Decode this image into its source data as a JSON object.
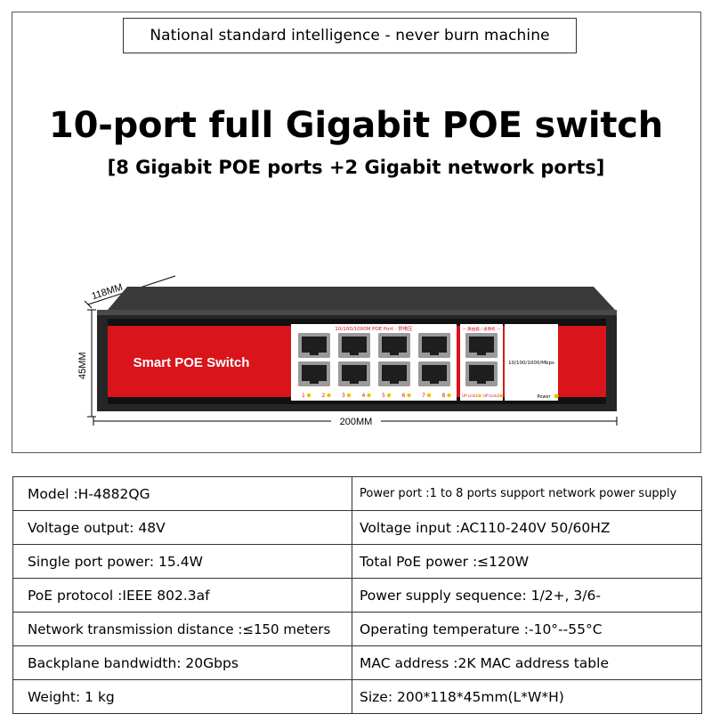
{
  "banner": "National standard intelligence - never burn machine",
  "title": "10-port full Gigabit POE switch",
  "subtitle": "[8 Gigabit POE ports +2 Gigabit network ports]",
  "device": {
    "brand_label": "Smart POE Switch",
    "poe_section_label": "10/100/1000M POE Port · 供电区",
    "uplink_section_label": "— 路由器 / 录像机 —",
    "speed_label": "10/100/1000/Mbps",
    "port_numbers": [
      "1",
      "2",
      "3",
      "4",
      "5",
      "6",
      "7",
      "8"
    ],
    "uplink_labels": [
      "UP Link1",
      "UP Link2"
    ],
    "power_label": "Power",
    "dim_depth": "118MM",
    "dim_height": "45MM",
    "dim_width": "200MM",
    "colors": {
      "body": "#2a2a2a",
      "face": "#d9141b",
      "led": "#e8c400"
    }
  },
  "specs": [
    {
      "left": "Model :H-4882QG",
      "right": "Power port :1 to 8 ports support network power supply"
    },
    {
      "left": "Voltage output: 48V",
      "right": "Voltage input :AC110-240V 50/60HZ"
    },
    {
      "left": "Single port power: 15.4W",
      "right": "Total PoE power :≤120W"
    },
    {
      "left": "PoE protocol :IEEE 802.3af",
      "right": "Power supply sequence: 1/2+, 3/6-"
    },
    {
      "left": "Network transmission distance :≤150 meters",
      "right": "Operating temperature :-10°--55°C"
    },
    {
      "left": "Backplane bandwidth: 20Gbps",
      "right": "MAC address :2K MAC address table"
    },
    {
      "left": "Weight: 1 kg",
      "right": "Size: 200*118*45mm(L*W*H)"
    }
  ]
}
